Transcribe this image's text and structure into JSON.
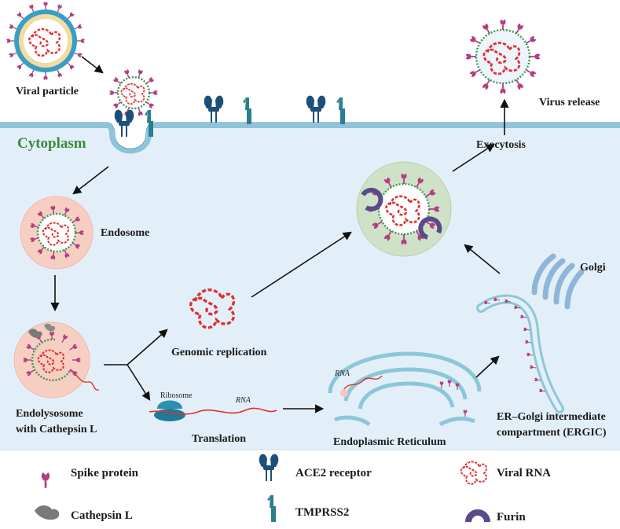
{
  "labels": {
    "viral_particle": "Viral particle",
    "cytoplasm": "Cytoplasm",
    "endosome": "Endosome",
    "endolysosome_line1": "Endolysosome",
    "endolysosome_line2": "with Cathepsin L",
    "genomic_replication": "Genomic replication",
    "ribosome": "Ribosome",
    "rna_translation": "RNA",
    "translation": "Translation",
    "rna_er": "RNA",
    "endoplasmic_reticulum": "Endoplasmic Reticulum",
    "ergic_line1": "ER–Golgi intermediate",
    "ergic_line2": "compartment (ERGIC)",
    "golgi": "Golgi",
    "exocytosis": "Exocytosis",
    "virus_release": "Virus release"
  },
  "legend": [
    {
      "icon": "spike-protein-icon",
      "label": "Spike protein"
    },
    {
      "icon": "ace2-receptor-icon",
      "label": "ACE2 receptor"
    },
    {
      "icon": "viral-rna-icon",
      "label": "Viral RNA"
    },
    {
      "icon": "cathepsin-l-icon",
      "label": "Cathepsin L"
    },
    {
      "icon": "tmprss2-icon",
      "label": "TMPRSS2"
    },
    {
      "icon": "furin-icon",
      "label": "Furin"
    }
  ],
  "colors": {
    "cytoplasm_fill": "#e3eff8",
    "membrane": "#8fc3d9",
    "cytoplasm_label": "#3a8a3a",
    "spike": "#b0407f",
    "rna": "#e03030",
    "ace2": "#1d4f78",
    "tmprss2": "#2a7f8f",
    "cathepsin": "#7a7a7a",
    "furin": "#5a4a8a",
    "endosome": "#f7cfc2",
    "vesicle": "#cfe2c8",
    "er": "#a7d3e0",
    "golgi": "#8fb5d8"
  }
}
